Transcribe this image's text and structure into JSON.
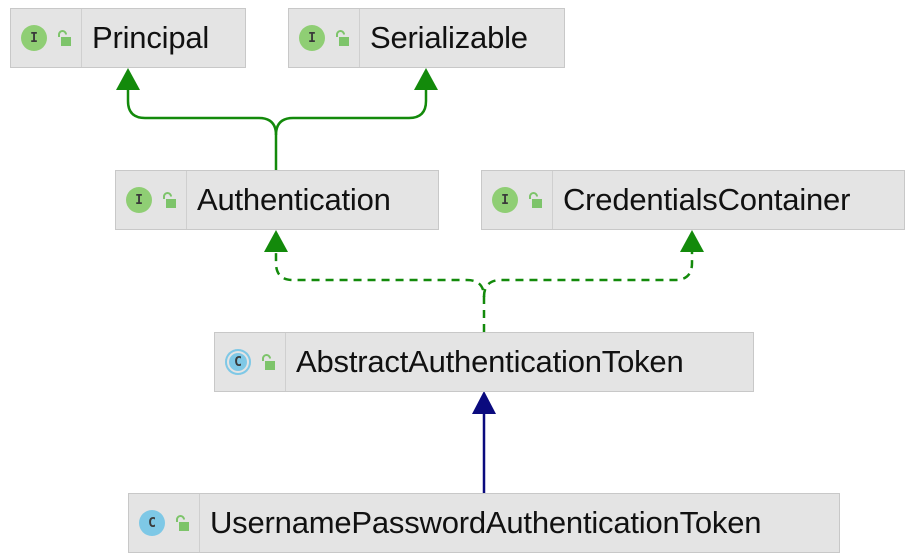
{
  "nodes": {
    "principal": {
      "name": "Principal",
      "kind_letter": "I",
      "kind": "interface"
    },
    "serializable": {
      "name": "Serializable",
      "kind_letter": "I",
      "kind": "interface"
    },
    "authentication": {
      "name": "Authentication",
      "kind_letter": "I",
      "kind": "interface"
    },
    "credentials_container": {
      "name": "CredentialsContainer",
      "kind_letter": "I",
      "kind": "interface"
    },
    "abstract_authentication_token": {
      "name": "AbstractAuthenticationToken",
      "kind_letter": "C",
      "kind": "abstract-class"
    },
    "username_password_authentication_token": {
      "name": "UsernamePasswordAuthenticationToken",
      "kind_letter": "C",
      "kind": "class"
    }
  },
  "edges": [
    {
      "from": "authentication",
      "to": "principal",
      "relation": "extends",
      "style": "solid",
      "color": "#138a0b"
    },
    {
      "from": "authentication",
      "to": "serializable",
      "relation": "extends",
      "style": "solid",
      "color": "#138a0b"
    },
    {
      "from": "abstract_authentication_token",
      "to": "authentication",
      "relation": "implements",
      "style": "dashed",
      "color": "#138a0b"
    },
    {
      "from": "abstract_authentication_token",
      "to": "credentials_container",
      "relation": "implements",
      "style": "dashed",
      "color": "#138a0b"
    },
    {
      "from": "username_password_authentication_token",
      "to": "abstract_authentication_token",
      "relation": "extends",
      "style": "solid",
      "color": "#0a0a7e"
    }
  ],
  "colors": {
    "interface_icon": "#8fce74",
    "class_icon": "#7ec8e6",
    "lock_icon": "#7dc46a",
    "node_fill": "#e4e4e4",
    "node_border": "#c8c8c8",
    "interface_arrow": "#138a0b",
    "class_arrow": "#0a0a7e"
  }
}
